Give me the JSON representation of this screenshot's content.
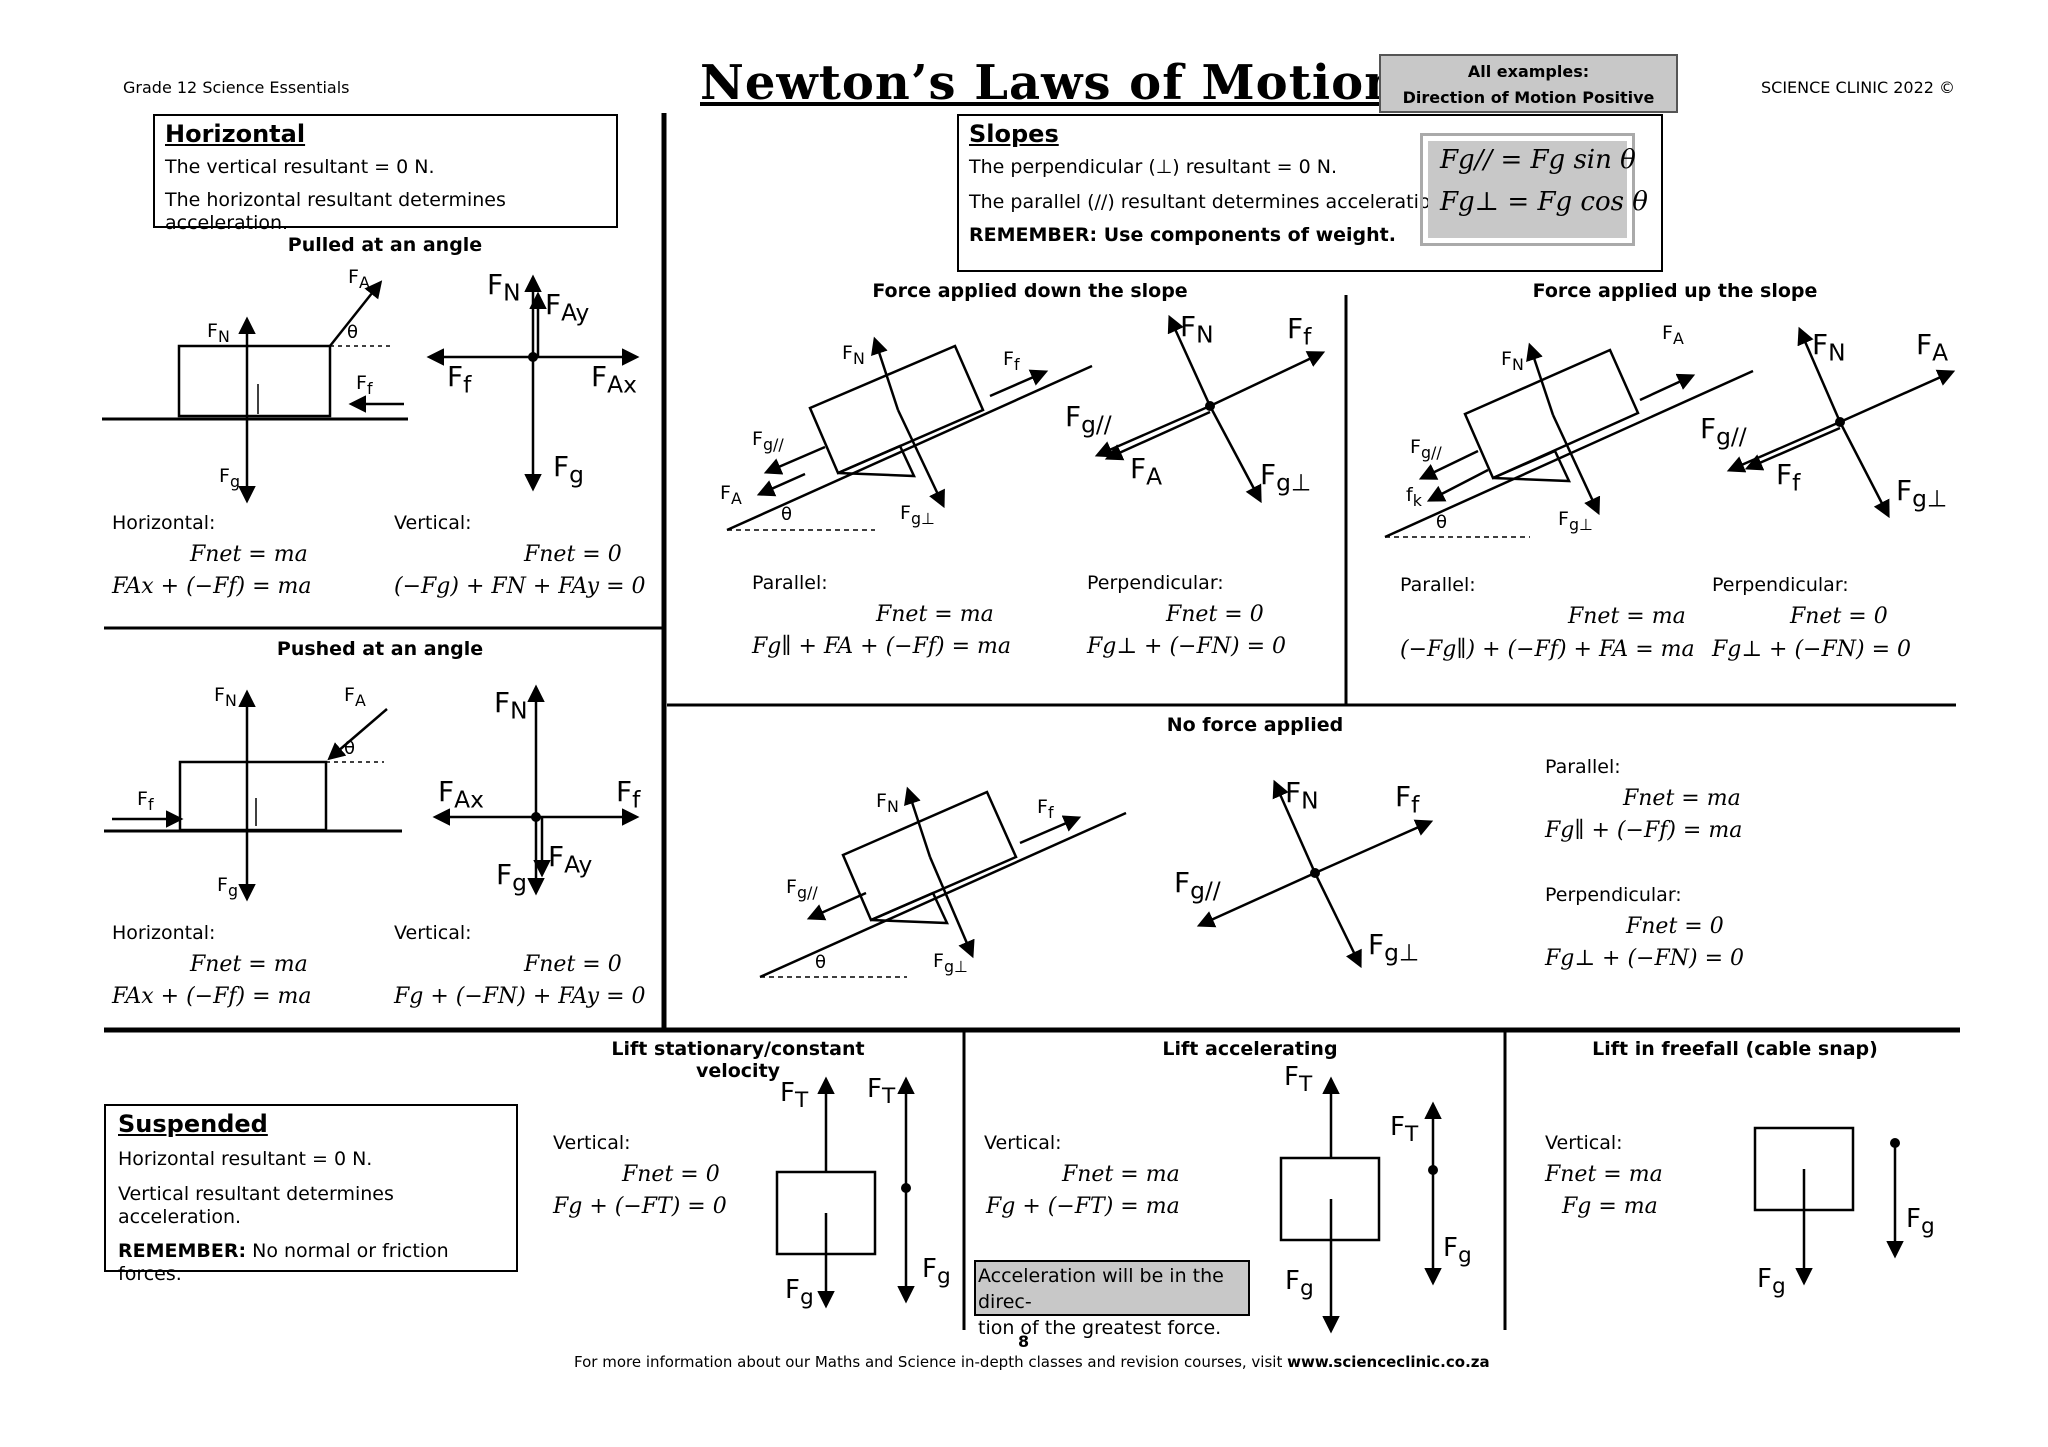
{
  "header": {
    "left": "Grade 12 Science Essentials",
    "title": "Newton’s Laws of Motion",
    "examples_line1": "All examples:",
    "examples_line2": "Direction of Motion Positive",
    "right": "SCIENCE CLINIC 2022 ©"
  },
  "horizontal_box": {
    "heading": "Horizontal",
    "line1": "The vertical resultant = 0 N.",
    "line2": "The horizontal resultant determines acceleration."
  },
  "slopes_box": {
    "heading": "Slopes",
    "line1": "The perpendicular (⊥) resultant = 0 N.",
    "line2": "The parallel (//) resultant determines acceleration.",
    "line3": "REMEMBER: Use components of weight.",
    "formula1": "Fg// = Fg sin θ",
    "formula2": "Fg⊥ = Fg cos θ"
  },
  "pulled": {
    "title": "Pulled at an angle",
    "h_label": "Horizontal:",
    "h_eq1": "Fnet = ma",
    "h_eq2": "FAx + (−Ff) = ma",
    "v_label": "Vertical:",
    "v_eq1": "Fnet = 0",
    "v_eq2": "(−Fg) + FN + FAy = 0"
  },
  "pushed": {
    "title": "Pushed at an angle",
    "h_label": "Horizontal:",
    "h_eq1": "Fnet = ma",
    "h_eq2": "FAx + (−Ff) = ma",
    "v_label": "Vertical:",
    "v_eq1": "Fnet = 0",
    "v_eq2": "Fg + (−FN) + FAy = 0"
  },
  "down_slope": {
    "title": "Force applied down the slope",
    "par_label": "Parallel:",
    "par_eq1": "Fnet = ma",
    "par_eq2": "Fg∥ + FA + (−Ff) = ma",
    "perp_label": "Perpendicular:",
    "perp_eq1": "Fnet = 0",
    "perp_eq2": "Fg⊥ + (−FN) = 0"
  },
  "up_slope": {
    "title": "Force applied up the slope",
    "par_label": "Parallel:",
    "par_eq1": "Fnet = ma",
    "par_eq2": "(−Fg∥) + (−Ff) + FA = ma",
    "perp_label": "Perpendicular:",
    "perp_eq1": "Fnet = 0",
    "perp_eq2": "Fg⊥ + (−FN) = 0"
  },
  "no_force": {
    "title": "No force applied",
    "par_label": "Parallel:",
    "par_eq1": "Fnet = ma",
    "par_eq2": "Fg∥ + (−Ff) = ma",
    "perp_label": "Perpendicular:",
    "perp_eq1": "Fnet = 0",
    "perp_eq2": "Fg⊥ + (−FN) = 0"
  },
  "suspended": {
    "heading": "Suspended",
    "line1": "Horizontal resultant = 0 N.",
    "line2": "Vertical resultant determines acceleration.",
    "line3_bold": "REMEMBER:",
    "line3_rest": " No normal or friction forces."
  },
  "lift_stationary": {
    "title": "Lift stationary/constant velocity",
    "v_label": "Vertical:",
    "eq1": "Fnet = 0",
    "eq2": "Fg + (−FT) = 0"
  },
  "lift_accel": {
    "title": "Lift accelerating",
    "v_label": "Vertical:",
    "eq1": "Fnet = ma",
    "eq2": "Fg + (−FT) = ma",
    "note_line1": "Acceleration will be in the direc-",
    "note_line2": "tion of the greatest force."
  },
  "lift_freefall": {
    "title": "Lift in freefall (cable snap)",
    "v_label": "Vertical:",
    "eq1": "Fnet = ma",
    "eq2": "Fg = ma"
  },
  "footer": {
    "page": "8",
    "text": "For more information about our Maths and Science in-depth classes and revision courses, visit ",
    "url": "www.scienceclinic.co.za"
  },
  "symbols": {
    "theta": "θ",
    "FN_main": "F",
    "FN_sub": "N",
    "FA_sub": "A",
    "Ff_sub": "f",
    "Fg_sub": "g",
    "FAy_sub": "Ay",
    "FAx_sub": "Ax",
    "FT_sub": "T",
    "Fgpar_sub": "g//",
    "Fgperp_sub": "g⊥",
    "fk_main": "f",
    "fk_sub": "k"
  }
}
